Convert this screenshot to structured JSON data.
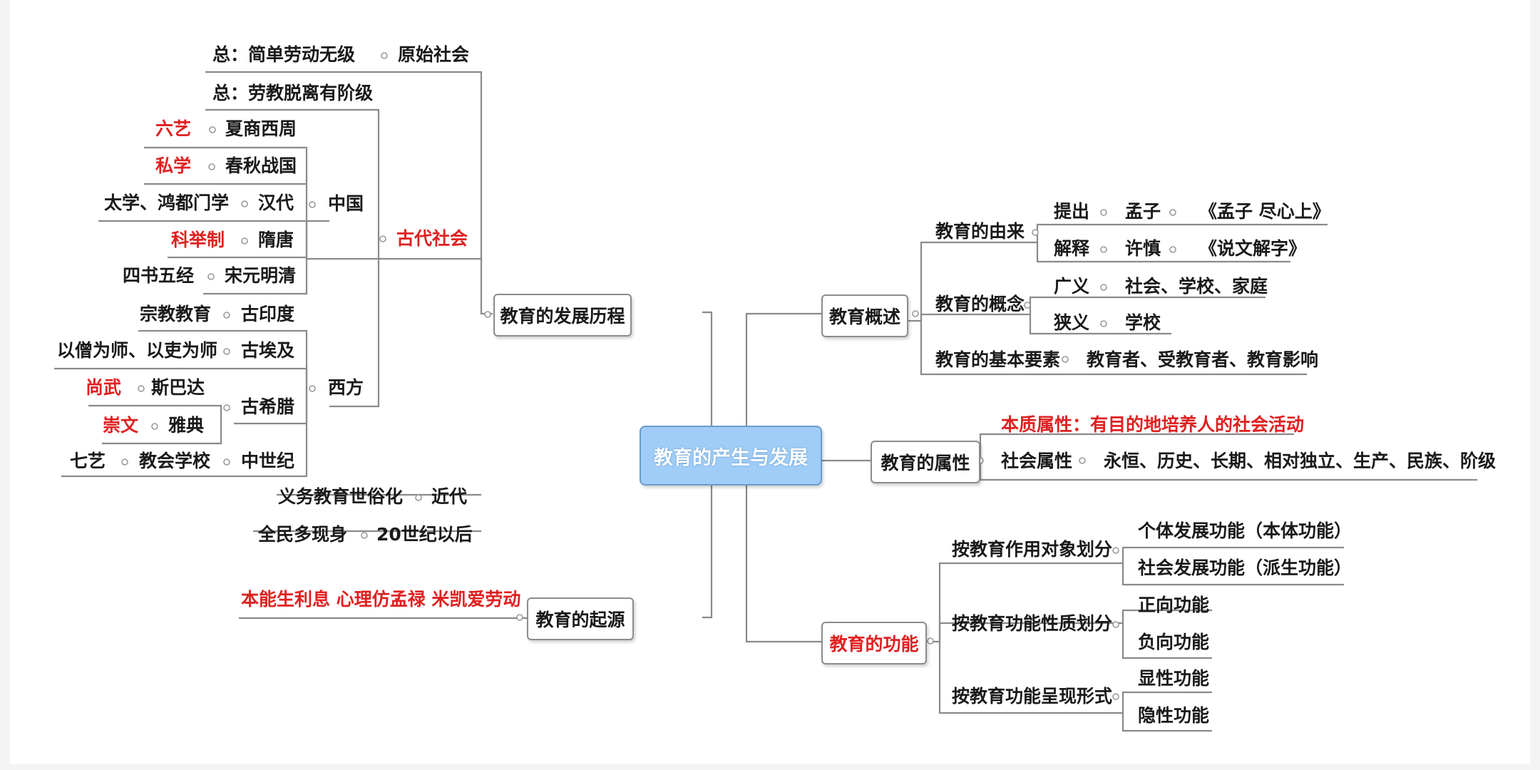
{
  "center": "教育的产生与发展",
  "left": {
    "history": {
      "label": "教育的发展历程",
      "primitive": {
        "summary": "总：简单劳动无级",
        "era": "原始社会"
      },
      "ancient": {
        "label": "古代社会",
        "summary": "总：劳教脱离有阶级",
        "china": {
          "label": "中国",
          "items": [
            {
              "feature": "六艺",
              "period": "夏商西周"
            },
            {
              "feature": "私学",
              "period": "春秋战国"
            },
            {
              "feature": "太学、鸿都门学",
              "period": "汉代"
            },
            {
              "feature": "科举制",
              "period": "隋唐"
            },
            {
              "feature": "四书五经",
              "period": "宋元明清"
            }
          ]
        },
        "west": {
          "label": "西方",
          "india": {
            "feature": "宗教教育",
            "period": "古印度"
          },
          "egypt": {
            "feature": "以僧为师、以吏为师",
            "period": "古埃及"
          },
          "greece": {
            "label": "古希腊",
            "sparta": {
              "feature": "尚武",
              "city": "斯巴达"
            },
            "athens": {
              "feature": "崇文",
              "city": "雅典"
            }
          },
          "medieval": {
            "feature": "七艺",
            "school": "教会学校",
            "period": "中世纪"
          }
        }
      },
      "modern": {
        "feature": "义务教育世俗化",
        "era": "近代"
      },
      "c20": {
        "feature": "全民多现身",
        "era": "20世纪以后"
      }
    },
    "origin": {
      "label": "教育的起源",
      "theories": "本能生利息 心理仿孟禄 米凯爱劳动"
    }
  },
  "right": {
    "overview": {
      "label": "教育概述",
      "source": {
        "label": "教育的由来",
        "propose": {
          "verb": "提出",
          "person": "孟子",
          "book": "《孟子 尽心上》"
        },
        "explain": {
          "verb": "解释",
          "person": "许慎",
          "book": "《说文解字》"
        }
      },
      "concept": {
        "label": "教育的概念",
        "broad": {
          "term": "广义",
          "value": "社会、学校、家庭"
        },
        "narrow": {
          "term": "狭义",
          "value": "学校"
        }
      },
      "elements": {
        "label": "教育的基本要素",
        "value": "教育者、受教育者、教育影响"
      }
    },
    "attributes": {
      "label": "教育的属性",
      "essential": "本质属性：有目的地培养人的社会活动",
      "social": {
        "label": "社会属性",
        "value": "永恒、历史、长期、相对独立、生产、民族、阶级"
      }
    },
    "functions": {
      "label": "教育的功能",
      "by_object": {
        "label": "按教育作用对象划分",
        "items": [
          "个体发展功能（本体功能）",
          "社会发展功能（派生功能）"
        ]
      },
      "by_nature": {
        "label": "按教育功能性质划分",
        "items": [
          "正向功能",
          "负向功能"
        ]
      },
      "by_form": {
        "label": "按教育功能呈现形式",
        "items": [
          "显性功能",
          "隐性功能"
        ]
      }
    }
  },
  "colors": {
    "accent_red": "#e02020",
    "center_fill": "#9fcdf7",
    "line": "#8a8a8a"
  }
}
